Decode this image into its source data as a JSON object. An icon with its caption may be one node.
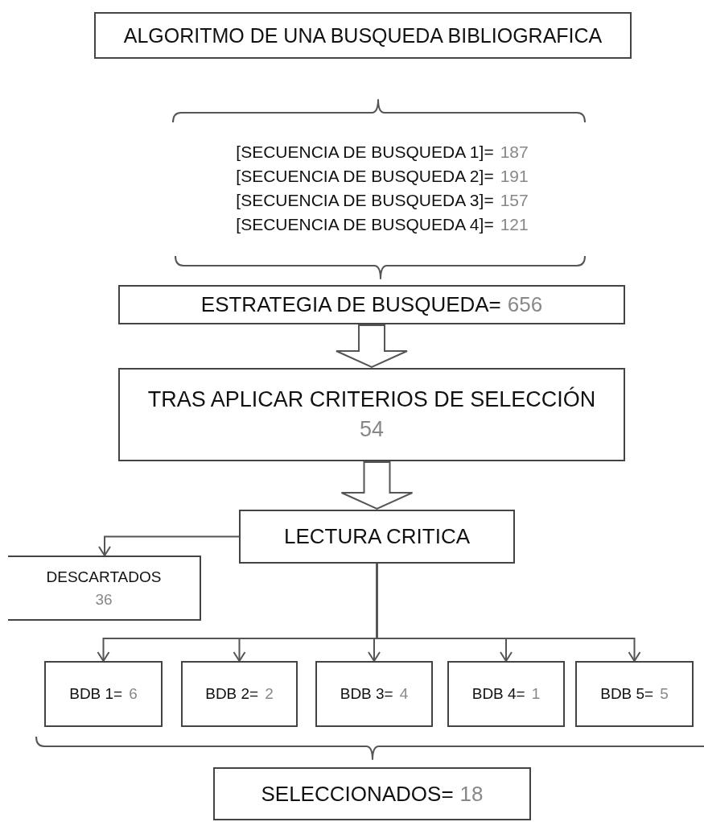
{
  "diagram": {
    "nodes": [
      {
        "text": [
          "ALGORITMO DE UNA BUSQUEDA BIBLIOGRAFICA"
        ]
      },
      {
        "text": [
          "[SECUENCIA DE BUSQUEDA 1]=",
          "187",
          "[SECUENCIA DE BUSQUEDA 2]=",
          "191",
          "[SECUENCIA DE BUSQUEDA 3]=",
          "157",
          "[SECUENCIA DE BUSQUEDA 4]=",
          "121"
        ]
      },
      {
        "text": [
          "ESTRATEGIA DE BUSQUEDA=",
          "656"
        ]
      },
      {
        "text": [
          "TRAS APLICAR CRITERIOS DE SELECCIÓN",
          "54"
        ]
      },
      {
        "text": [
          "LECTURA CRITICA"
        ]
      },
      {
        "text": [
          "DESCARTADOS",
          "36"
        ]
      },
      {
        "text": [
          "BDB 1=",
          "6"
        ]
      },
      {
        "text": [
          "BDB 2=",
          "2"
        ]
      },
      {
        "text": [
          "BDB 3=",
          "4"
        ]
      },
      {
        "text": [
          "BDB 4=",
          "1"
        ]
      },
      {
        "text": [
          "BDB 5=",
          "5"
        ]
      },
      {
        "text": [
          "SELECCIONADOS=",
          "18"
        ]
      }
    ],
    "edges": [
      {
        "from": 2,
        "to": 3,
        "arrow": "to",
        "style": "thick"
      },
      {
        "from": 3,
        "to": 4,
        "arrow": "to",
        "style": "thick"
      },
      {
        "from": 4,
        "to": 5,
        "arrow": "to"
      },
      {
        "from": 4,
        "to": 6,
        "arrow": "to"
      },
      {
        "from": 4,
        "to": 7,
        "arrow": "to"
      },
      {
        "from": 4,
        "to": 8,
        "arrow": "to"
      },
      {
        "from": 4,
        "to": 9,
        "arrow": "to"
      },
      {
        "from": 4,
        "to": 10,
        "arrow": "to"
      }
    ]
  }
}
